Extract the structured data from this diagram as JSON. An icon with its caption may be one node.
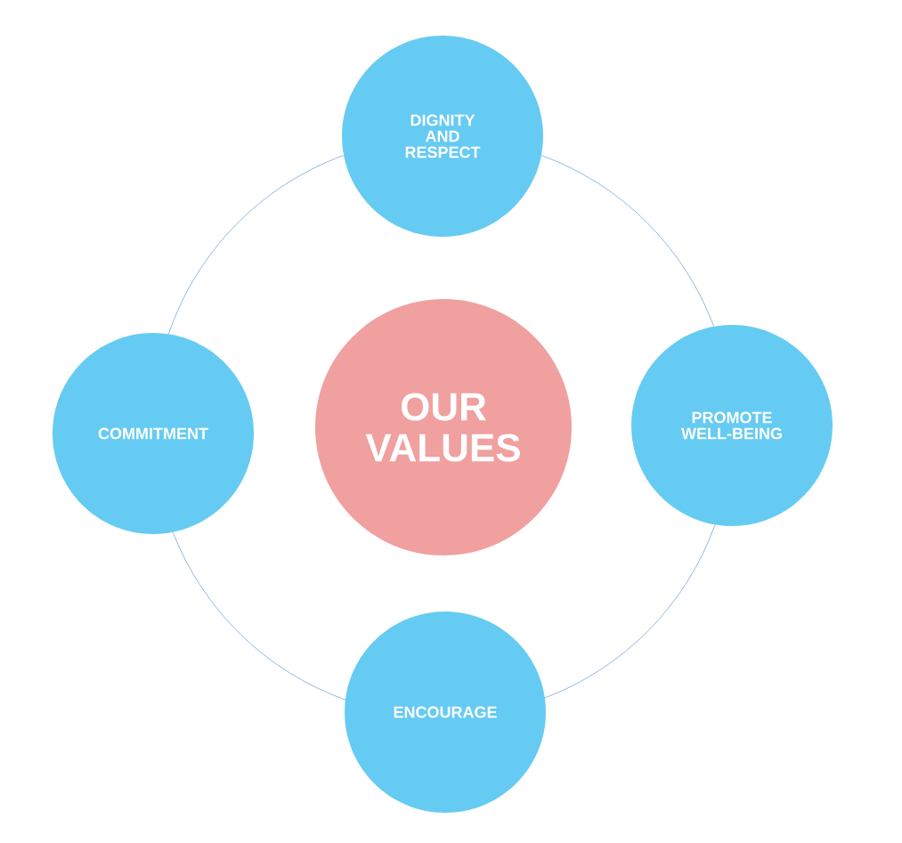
{
  "diagram": {
    "nodes": [
      {
        "text": [
          "OUR VALUES"
        ]
      },
      {
        "text": [
          "DIGNITY AND RESPECT"
        ]
      },
      {
        "text": [
          "PROMOTE WELL-BEING"
        ]
      },
      {
        "text": [
          "ENCOURAGE"
        ]
      },
      {
        "text": [
          "COMMITMENT"
        ]
      }
    ],
    "edges": [
      {
        "from": 1,
        "to": 2,
        "arrow": "none"
      },
      {
        "from": 2,
        "to": 3,
        "arrow": "none"
      },
      {
        "from": 3,
        "to": 4,
        "arrow": "none"
      },
      {
        "from": 4,
        "to": 1,
        "arrow": "none"
      }
    ]
  }
}
